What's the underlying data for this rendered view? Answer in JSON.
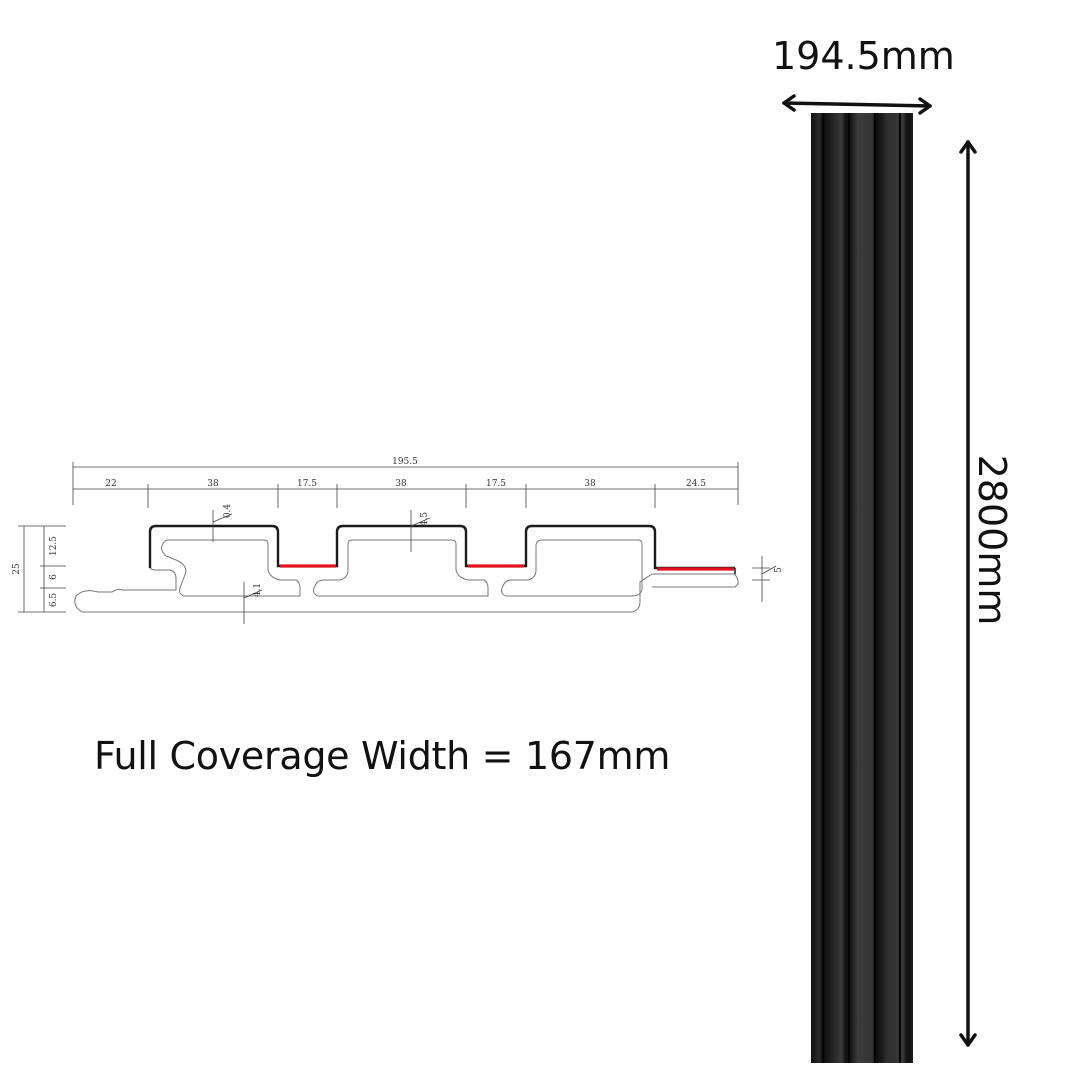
{
  "profile_drawing": {
    "overall_width_label": "195.5",
    "segment_labels": [
      "22",
      "38",
      "17.5",
      "38",
      "17.5",
      "38",
      "24.5"
    ],
    "height_labels": [
      "25",
      "12.5",
      "6",
      "6.5"
    ],
    "wall_labels": [
      "0.4",
      "4.5",
      "4.1",
      "5"
    ],
    "accent_color": "#e0141e",
    "outline_color": "#1a1a1a"
  },
  "coverage_text": "Full Coverage Width = 167mm",
  "panel": {
    "width_label": "194.5mm",
    "height_label": "2800mm",
    "color": "#1c1c1c"
  }
}
